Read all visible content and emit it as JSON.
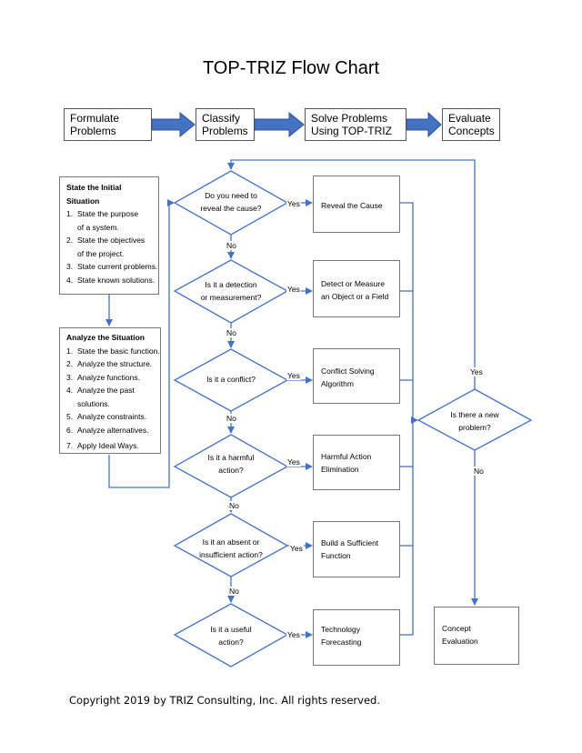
{
  "title": "TOP-TRIZ Flow Chart",
  "process": [
    {
      "line1": "Formulate",
      "line2": "Problems"
    },
    {
      "line1": "Classify",
      "line2": "Problems"
    },
    {
      "line1": "Solve Problems",
      "line2": "Using TOP-TRIZ"
    },
    {
      "line1": "Evaluate",
      "line2": "Concepts"
    }
  ],
  "initial_situation": {
    "heading1": "State the Initial",
    "heading2": "Situation",
    "items": [
      {
        "num": "1.",
        "lines": [
          "State the purpose",
          "of a system."
        ]
      },
      {
        "num": "2.",
        "lines": [
          "State the objectives",
          "of the project."
        ]
      },
      {
        "num": "3.",
        "lines": [
          "State current problems."
        ]
      },
      {
        "num": "4.",
        "lines": [
          "State known solutions."
        ]
      }
    ]
  },
  "analyze_situation": {
    "heading": "Analyze the Situation",
    "items": [
      {
        "num": "1.",
        "lines": [
          "State the basic function."
        ]
      },
      {
        "num": "2.",
        "lines": [
          "Analyze the structure."
        ]
      },
      {
        "num": "3.",
        "lines": [
          "Analyze functions."
        ]
      },
      {
        "num": "4.",
        "lines": [
          "Analyze the past",
          "solutions."
        ]
      },
      {
        "num": "5.",
        "lines": [
          "Analyze constraints."
        ]
      },
      {
        "num": "6.",
        "lines": [
          "Analyze alternatives."
        ]
      },
      {
        "num": "7.",
        "lines": [
          "Apply Ideal Ways."
        ]
      }
    ]
  },
  "decisions": [
    {
      "line1": "Do you need to",
      "line2": "reveal the cause?"
    },
    {
      "line1": "Is it a detection",
      "line2": "or measurement?"
    },
    {
      "line1": "Is it a conflict?",
      "line2": ""
    },
    {
      "line1": "Is it a harmful",
      "line2": "action?"
    },
    {
      "line1": "Is it an absent or",
      "line2": "insufficient action?"
    },
    {
      "line1": "Is it a useful",
      "line2": "action?"
    }
  ],
  "actions": [
    {
      "line1": "Reveal the Cause",
      "line2": ""
    },
    {
      "line1": "Detect or Measure",
      "line2": "an Object or a Field"
    },
    {
      "line1": "Conflict Solving",
      "line2": "Algorithm"
    },
    {
      "line1": "Harmful Action",
      "line2": "Elimination"
    },
    {
      "line1": "Build a Sufficient",
      "line2": "Function"
    },
    {
      "line1": "Technology",
      "line2": "Forecasting"
    }
  ],
  "new_problem": {
    "line1": "Is there a new",
    "line2": "problem?"
  },
  "concept_evaluation": {
    "line1": "Concept",
    "line2": "Evaluation"
  },
  "labels": {
    "yes": "Yes",
    "no": "No"
  },
  "copyright": "Copyright 2019 by TRIZ Consulting, Inc.  All rights reserved.",
  "colors": {
    "arrow": "#4472C4",
    "arrow_fill": "#4472C4",
    "arrow_stroke": "#2F528F",
    "border": "#777777"
  }
}
